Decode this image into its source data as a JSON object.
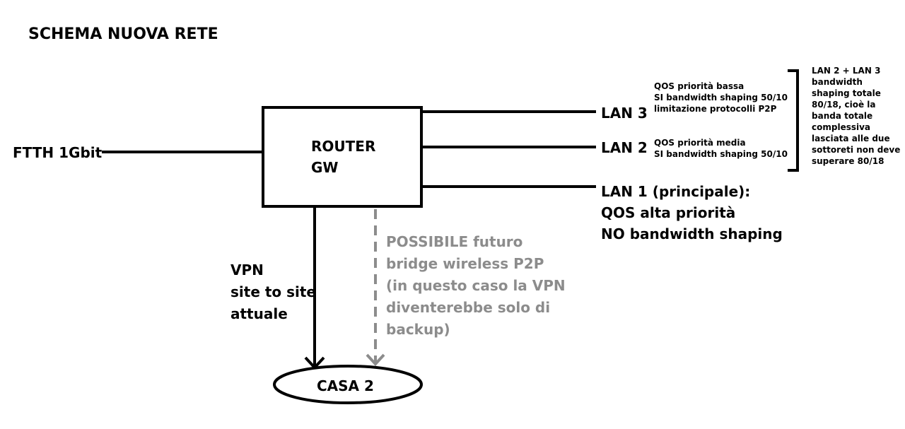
{
  "title": "SCHEMA NUOVA RETE",
  "input": "FTTH 1Gbit",
  "router": [
    "ROUTER",
    "GW"
  ],
  "lan3": {
    "label": "LAN 3",
    "notes": [
      "QOS priorità bassa",
      "SI bandwidth shaping 50/10",
      "limitazione protocolli P2P"
    ]
  },
  "lan2": {
    "label": "LAN 2",
    "notes": [
      "QOS priorità media",
      "SI bandwidth shaping 50/10"
    ]
  },
  "lan1": {
    "lines": [
      "LAN 1 (principale):",
      "QOS alta priorità",
      "NO bandwidth shaping"
    ]
  },
  "bracket_note": [
    "LAN 2 + LAN 3",
    "bandwidth",
    "shaping totale",
    "80/18, cioè la",
    "banda totale",
    "complessiva",
    "lasciata alle due",
    "sottoreti non deve",
    "superare 80/18"
  ],
  "vpn": [
    "VPN",
    "site to site",
    "attuale"
  ],
  "p2p": [
    "POSSIBILE futuro",
    "bridge wireless P2P",
    "(in questo caso la VPN",
    "diventerebbe solo di",
    "backup)"
  ],
  "destination": "CASA 2",
  "colors": {
    "line": "#000000",
    "dashed": "#8c8c8c"
  }
}
